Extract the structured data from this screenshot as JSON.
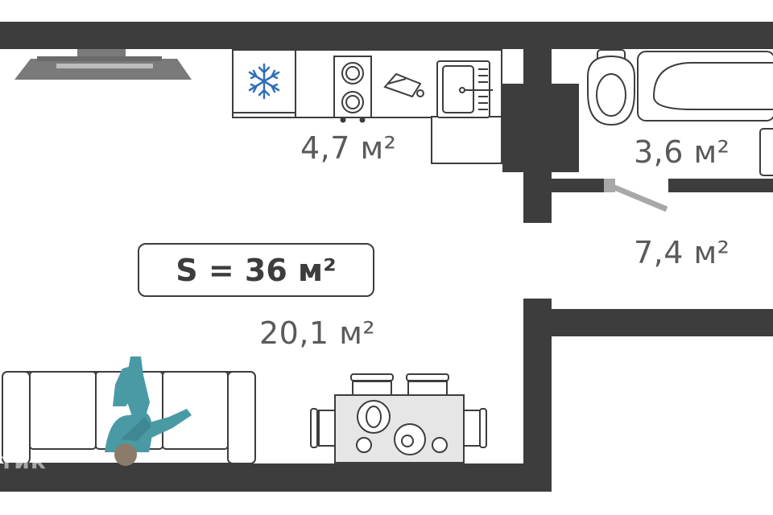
{
  "plan": {
    "total_area": "S = 36 м²",
    "rooms": {
      "kitchen": "4,7 м²",
      "bathroom": "3,6 м²",
      "hallway": "7,4 м²",
      "living_room": "20,1 м²"
    },
    "watermark": "тик"
  },
  "colors": {
    "wall": "#3d3d3d",
    "furniture_fill": "#e6e6e6",
    "furniture_stroke": "#3d3d3d",
    "snowflake": "#2f6fb5",
    "person_clothes": "#4a9aa5",
    "person_skin": "#8c7b6a",
    "door": "#a8a8a8",
    "tv": "#7a7a7a"
  },
  "icons": [
    "snowflake-icon",
    "stove-icon",
    "cutting-board-icon",
    "sink-icon",
    "toilet-icon",
    "bathtub-icon",
    "tv-icon",
    "sofa-icon",
    "person-icon",
    "dining-table-icon"
  ]
}
